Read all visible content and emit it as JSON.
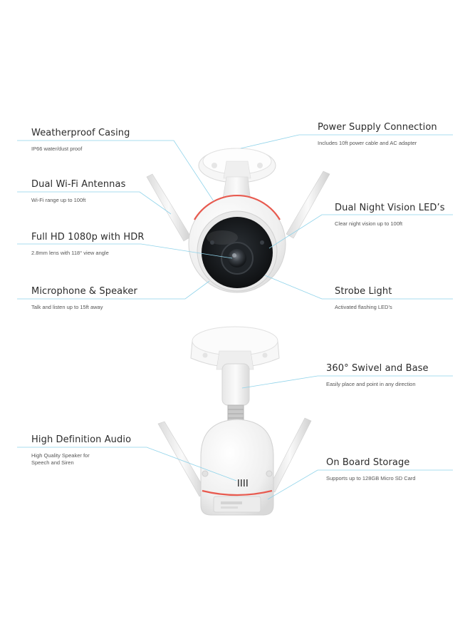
{
  "features_top": [
    {
      "title": "Weatherproof Casing",
      "desc": [
        "IP66 water/dust proof"
      ]
    },
    {
      "title": "Power Supply Connection",
      "desc": [
        "Includes 10ft power cable and AC adapter"
      ]
    },
    {
      "title": "Dual Wi-Fi Antennas",
      "desc": [
        "Wi-Fi range up to 100ft"
      ]
    },
    {
      "title": "Dual Night Vision LED’s",
      "desc": [
        "Clear night vision up to 100ft"
      ]
    },
    {
      "title": "Full HD 1080p with HDR",
      "desc": [
        "2.8mm lens with 118° view angle"
      ]
    },
    {
      "title": "Microphone & Speaker",
      "desc": [
        "Talk and listen up to 15ft away"
      ]
    },
    {
      "title": "Strobe Light",
      "desc": [
        "Activated flashing LED’s"
      ]
    }
  ],
  "features_bottom": [
    {
      "title": "360° Swivel and Base",
      "desc": [
        "Easily place and point in any direction"
      ]
    },
    {
      "title": "High Definition Audio",
      "desc": [
        "High Quality Speaker for",
        "Speech and Siren"
      ]
    },
    {
      "title": "On Board Storage",
      "desc": [
        "Supports up to 128GB Micro SD Card"
      ]
    }
  ],
  "colors": {
    "leader_line": "#8fd3ea",
    "accent_ring": "#e85a4f",
    "body": "#f4f4f4",
    "lens": "#1e2226"
  }
}
